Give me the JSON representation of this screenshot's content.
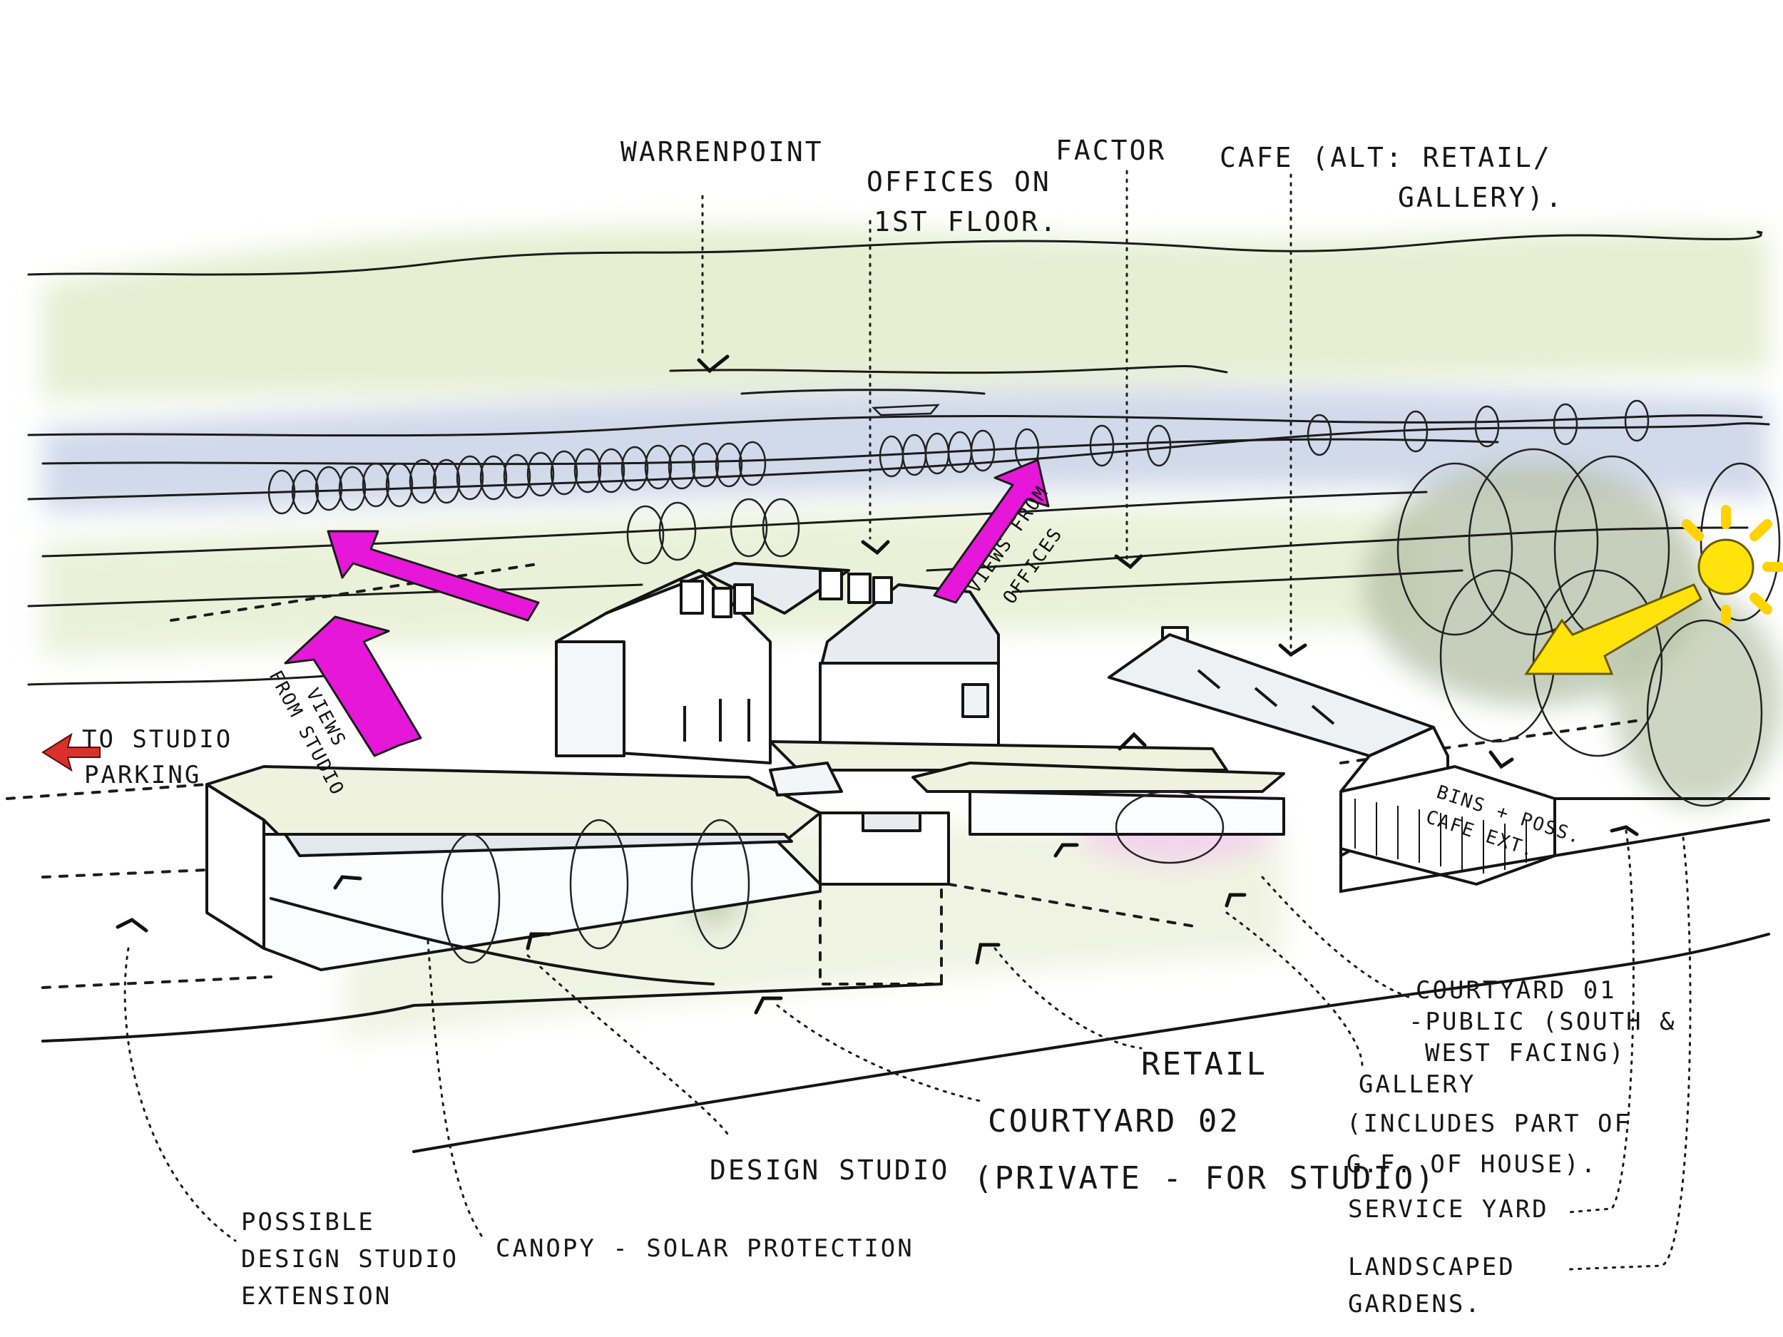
{
  "title": "",
  "colors": {
    "ink": "#161616",
    "magenta": "#e617d8",
    "sun": "#ffe30a",
    "red_arrow": "#d8302a",
    "water_wash": "#c9d3e3",
    "green_wash": "#dfe8c8",
    "grey_green": "#a8b49a"
  },
  "icons": {
    "sun": "sun-icon",
    "red_arrow": "arrow-left-icon",
    "view_arrows": "view-arrow-icon"
  },
  "labels": {
    "warrenpoint": "WARRENPOINT",
    "offices_l1": "OFFICES ON",
    "offices_l2": "1ST FLOOR.",
    "factor": "FACTOR",
    "cafe_l1": "CAFE (ALT: RETAIL/",
    "cafe_l2": "GALLERY).",
    "to_studio_l1": "TO STUDIO",
    "to_studio_l2": "PARKING",
    "views_studio": "VIEWS",
    "views_studio_from": "FROM STUDIO",
    "views_offices": "VIEWS FROM",
    "views_offices_sub": "OFFICES",
    "bins_l1": "BINS + POSS.",
    "bins_l2": "CAFE EXT.",
    "courtyard01_l1": "COURTYARD 01",
    "courtyard01_l2": "-PUBLIC (SOUTH &",
    "courtyard01_l3": "WEST FACING)",
    "retail": "RETAIL",
    "gallery_l1": "GALLERY",
    "gallery_l2": "(INCLUDES PART OF",
    "gallery_l3": "G.F. OF HOUSE).",
    "courtyard02_l1": "COURTYARD 02",
    "courtyard02_l2": "(PRIVATE - FOR STUDIO)",
    "design_studio": "DESIGN STUDIO",
    "service_yard": "SERVICE YARD",
    "landscaped_l1": "LANDSCAPED",
    "landscaped_l2": "GARDENS.",
    "possible_l1": "POSSIBLE",
    "possible_l2": "DESIGN STUDIO",
    "possible_l3": "EXTENSION",
    "canopy": "CANOPY - SOLAR PROTECTION"
  }
}
